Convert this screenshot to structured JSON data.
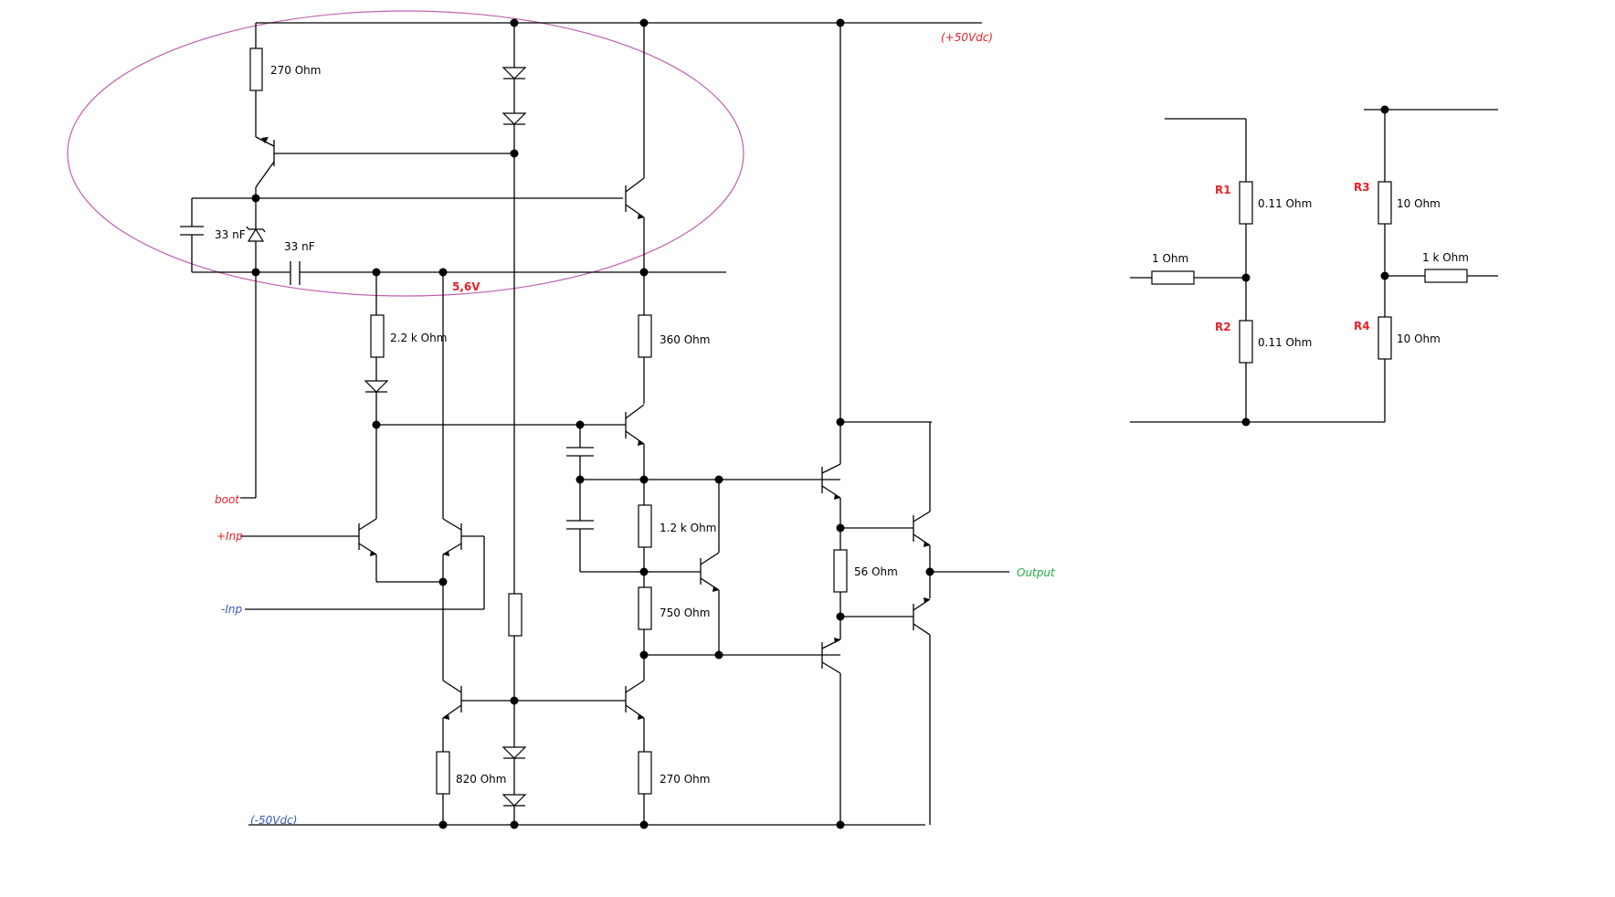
{
  "rails": {
    "positive": "(+50Vdc)",
    "negative": "(-50Vdc)"
  },
  "io": {
    "boot": "boot",
    "inp_plus": "+Inp",
    "inp_minus": "-Inp",
    "output": "Output",
    "node_voltage": "5,6V"
  },
  "components": {
    "r_top_270": "270  Ohm",
    "c_33nf_left": "33 nF",
    "c_33nf_right": "33 nF",
    "r_2k2": "2.2 k Ohm",
    "r_360": "360  Ohm",
    "r_1k2": "1.2 k Ohm",
    "r_750": "750  Ohm",
    "r_56": "56  Ohm",
    "r_820": "820  Ohm",
    "r_270_bottom": "270  Ohm"
  },
  "side_circuit": {
    "r1_name": "R1",
    "r1_value": "0.11  Ohm",
    "r2_name": "R2",
    "r2_value": "0.11  Ohm",
    "r3_name": "R3",
    "r3_value": "10  Ohm",
    "r4_name": "R4",
    "r4_value": "10  Ohm",
    "r_1ohm": "1  Ohm",
    "r_1kohm": "1 k Ohm"
  },
  "colors": {
    "positive_rail": "#e8212a",
    "negative_rail": "#3a57c4",
    "output": "#22b04a",
    "highlight_ellipse": "#c060b0"
  }
}
